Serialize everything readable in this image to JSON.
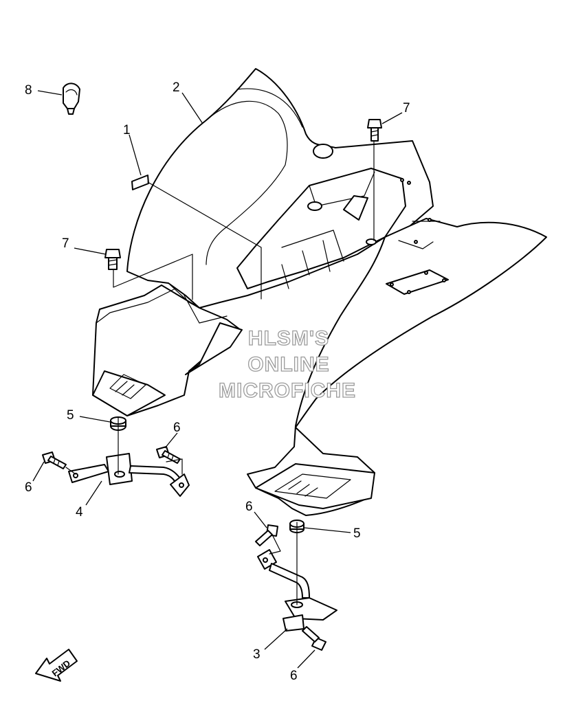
{
  "callouts": [
    {
      "id": "1",
      "text": "1"
    },
    {
      "id": "2",
      "text": "2"
    },
    {
      "id": "3",
      "text": "3"
    },
    {
      "id": "4",
      "text": "4"
    },
    {
      "id": "5a",
      "text": "5"
    },
    {
      "id": "5b",
      "text": "5"
    },
    {
      "id": "6a",
      "text": "6"
    },
    {
      "id": "6b",
      "text": "6"
    },
    {
      "id": "6c",
      "text": "6"
    },
    {
      "id": "6d",
      "text": "6"
    },
    {
      "id": "7a",
      "text": "7"
    },
    {
      "id": "7b",
      "text": "7"
    },
    {
      "id": "8",
      "text": "8"
    }
  ],
  "watermark": {
    "line1": "HLSM'S",
    "line2": "ONLINE",
    "line3": "MICROFICHE"
  },
  "fwd_label": "FWD",
  "colors": {
    "line": "#000000",
    "background": "#ffffff",
    "watermark_outline": "#9a9a9a"
  }
}
